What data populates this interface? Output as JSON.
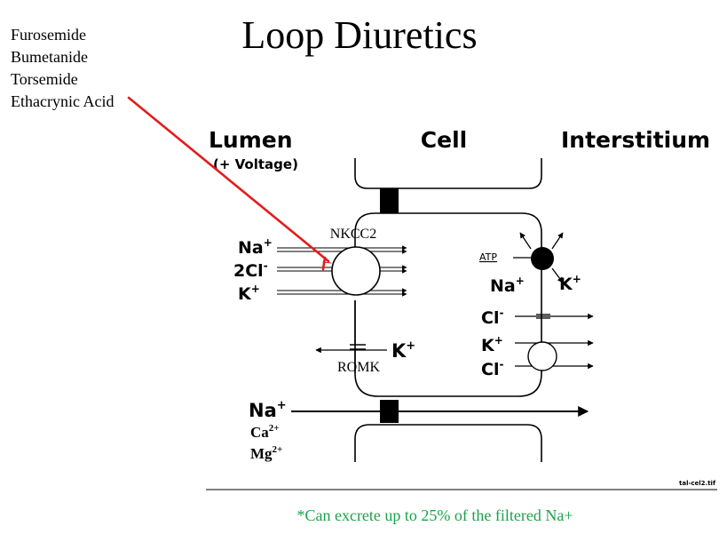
{
  "title": "Loop Diuretics",
  "drugs": [
    "Furosemide",
    "Bumetanide",
    "Torsemide",
    "Ethacrynic Acid"
  ],
  "compartments": {
    "lumen": "Lumen",
    "lumen_sub": "(+ Voltage)",
    "cell": "Cell",
    "interstitium": "Interstitium"
  },
  "apical_ions": {
    "na_main": "Na",
    "na_sup": "+",
    "cl_main": "2Cl",
    "cl_sup": "-",
    "k_main": "K",
    "k_sup": "+"
  },
  "transporters": {
    "nkcc2": "NKCC2",
    "romk": "ROMK",
    "atp": "ATP"
  },
  "romk_ion": {
    "main": "K",
    "sup": "+"
  },
  "pump_ions": {
    "na_main": "Na",
    "na_sup": "+",
    "k_main": "K",
    "k_sup": "+"
  },
  "basolateral_ions": {
    "cl1_main": "Cl",
    "cl1_sup": "-",
    "k_main": "K",
    "k_sup": "+",
    "cl2_main": "Cl",
    "cl2_sup": "-"
  },
  "paracellular": {
    "na_main": "Na",
    "na_sup": "+",
    "ca_main": "Ca",
    "ca_sup": "2+",
    "mg_main": "Mg",
    "mg_sup": "2+"
  },
  "figure_tag": "tal-cel2.tif",
  "footnote": "*Can excrete up to 25% of the filtered Na+",
  "colors": {
    "inhibition": "#e41b1b",
    "footnote": "#1aa34a",
    "ink": "#000000"
  }
}
